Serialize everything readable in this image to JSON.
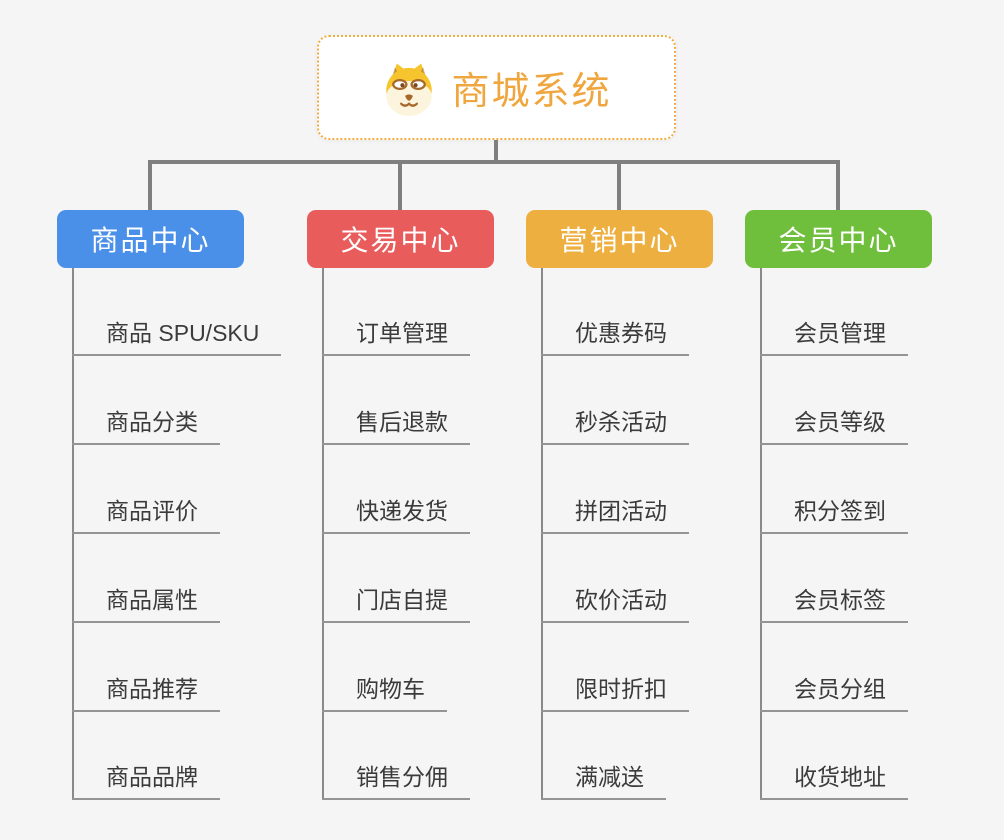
{
  "root": {
    "title": "商城系统",
    "icon": "dog-face-icon",
    "accent": "#f0a63e",
    "border_color": "#f3ac3f"
  },
  "connectors": {
    "color": "#7f7f7f"
  },
  "branches": [
    {
      "label": "商品中心",
      "color": "#4a8fe8",
      "items": [
        "商品 SPU/SKU",
        "商品分类",
        "商品评价",
        "商品属性",
        "商品推荐",
        "商品品牌"
      ]
    },
    {
      "label": "交易中心",
      "color": "#e85c5c",
      "items": [
        "订单管理",
        "售后退款",
        "快递发货",
        "门店自提",
        "购物车",
        "销售分佣"
      ]
    },
    {
      "label": "营销中心",
      "color": "#eeaf41",
      "items": [
        "优惠券码",
        "秒杀活动",
        "拼团活动",
        "砍价活动",
        "限时折扣",
        "满减送"
      ]
    },
    {
      "label": "会员中心",
      "color": "#6fbf3c",
      "items": [
        "会员管理",
        "会员等级",
        "积分签到",
        "会员标签",
        "会员分组",
        "收货地址"
      ]
    }
  ]
}
